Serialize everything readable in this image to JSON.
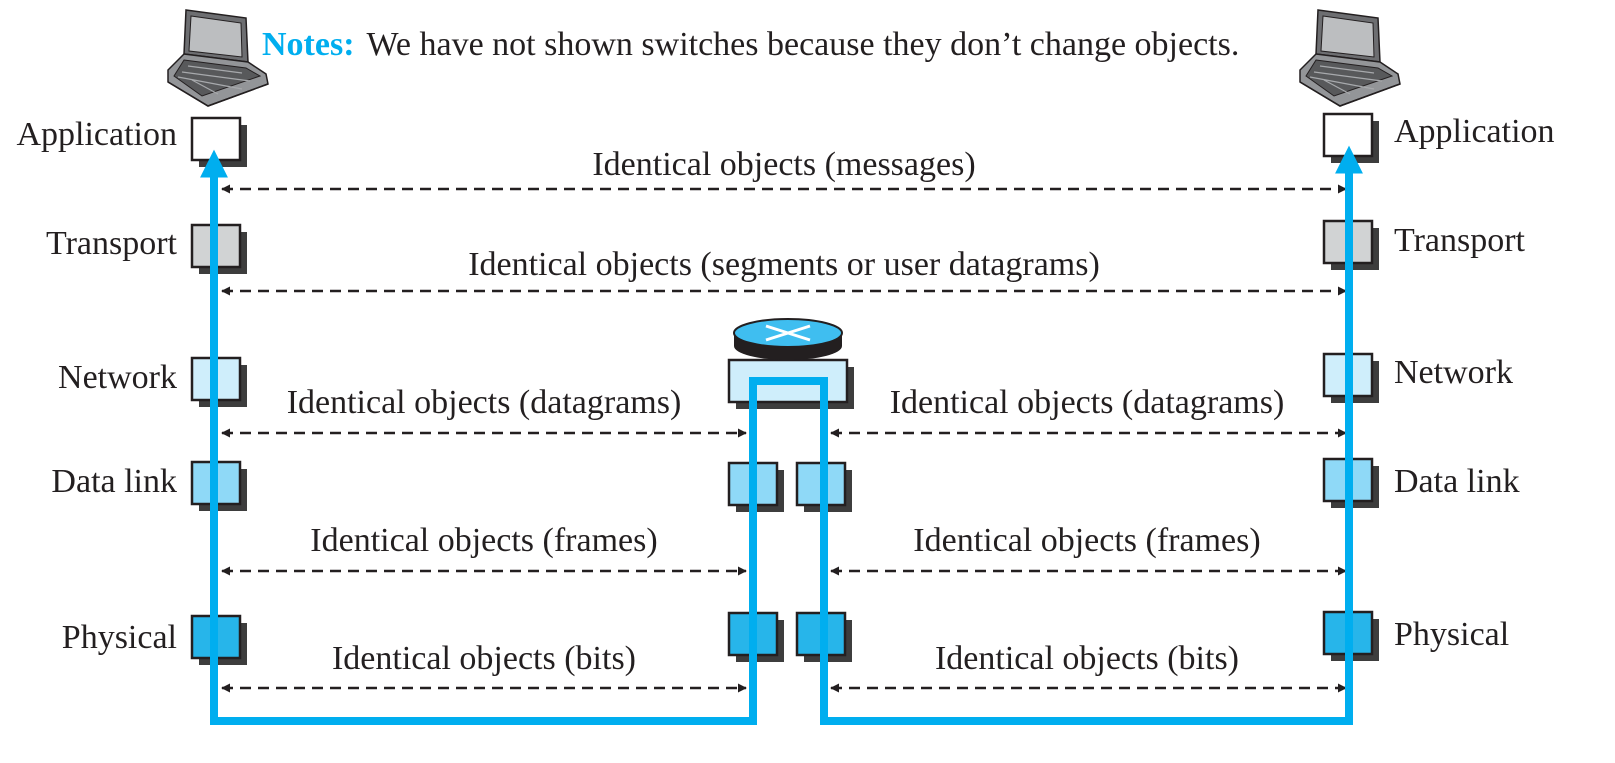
{
  "note": {
    "keyword": "Notes:",
    "text": "We have not shown switches because they don’t change objects."
  },
  "layers": {
    "application": "Application",
    "transport": "Transport",
    "network": "Network",
    "data_link": "Data link",
    "physical": "Physical"
  },
  "objects": {
    "messages": "Identical objects (messages)",
    "segments": "Identical objects (segments or user datagrams)",
    "datagrams_left": "Identical objects (datagrams)",
    "datagrams_right": "Identical objects (datagrams)",
    "frames_left": "Identical objects (frames)",
    "frames_right": "Identical objects (frames)",
    "bits_left": "Identical objects (bits)",
    "bits_right": "Identical objects (bits)"
  },
  "colors": {
    "accent": "#00aeef",
    "application": "#ffffff",
    "transport": "#d1d3d4",
    "network": "#cfeefb",
    "data_link": "#8fd9f7",
    "physical": "#27b5ea",
    "router_top": "#3fbef0",
    "shadow": "#3d3d3d",
    "text": "#231f20"
  },
  "icons": {
    "left_host": "laptop-icon",
    "right_host": "laptop-icon",
    "router": "router-icon"
  }
}
